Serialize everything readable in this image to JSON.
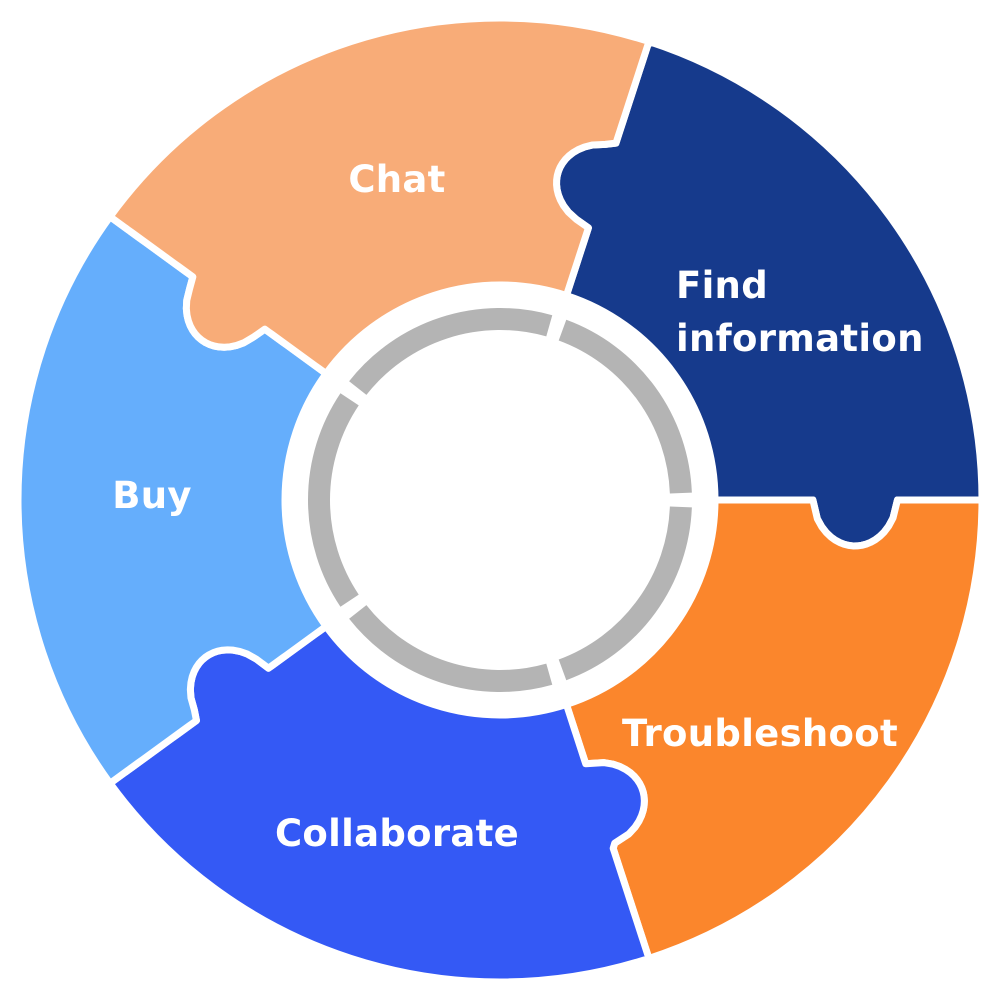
{
  "diagram": {
    "type": "puzzle-cycle",
    "segments": [
      {
        "id": "chat",
        "label_lines": [
          "Chat"
        ],
        "color": "#163A8C"
      },
      {
        "id": "find-information",
        "label_lines": [
          "Find",
          "information"
        ],
        "color": "#FB862C"
      },
      {
        "id": "troubleshoot",
        "label_lines": [
          "Troubleshoot"
        ],
        "color": "#3459F5"
      },
      {
        "id": "collaborate",
        "label_lines": [
          "Collaborate"
        ],
        "color": "#65AEFC"
      },
      {
        "id": "buy",
        "label_lines": [
          "Buy"
        ],
        "color": "#F8AC78"
      }
    ],
    "inner_ring_color": "#B4B4B4",
    "gap_color": "#FFFFFF"
  }
}
